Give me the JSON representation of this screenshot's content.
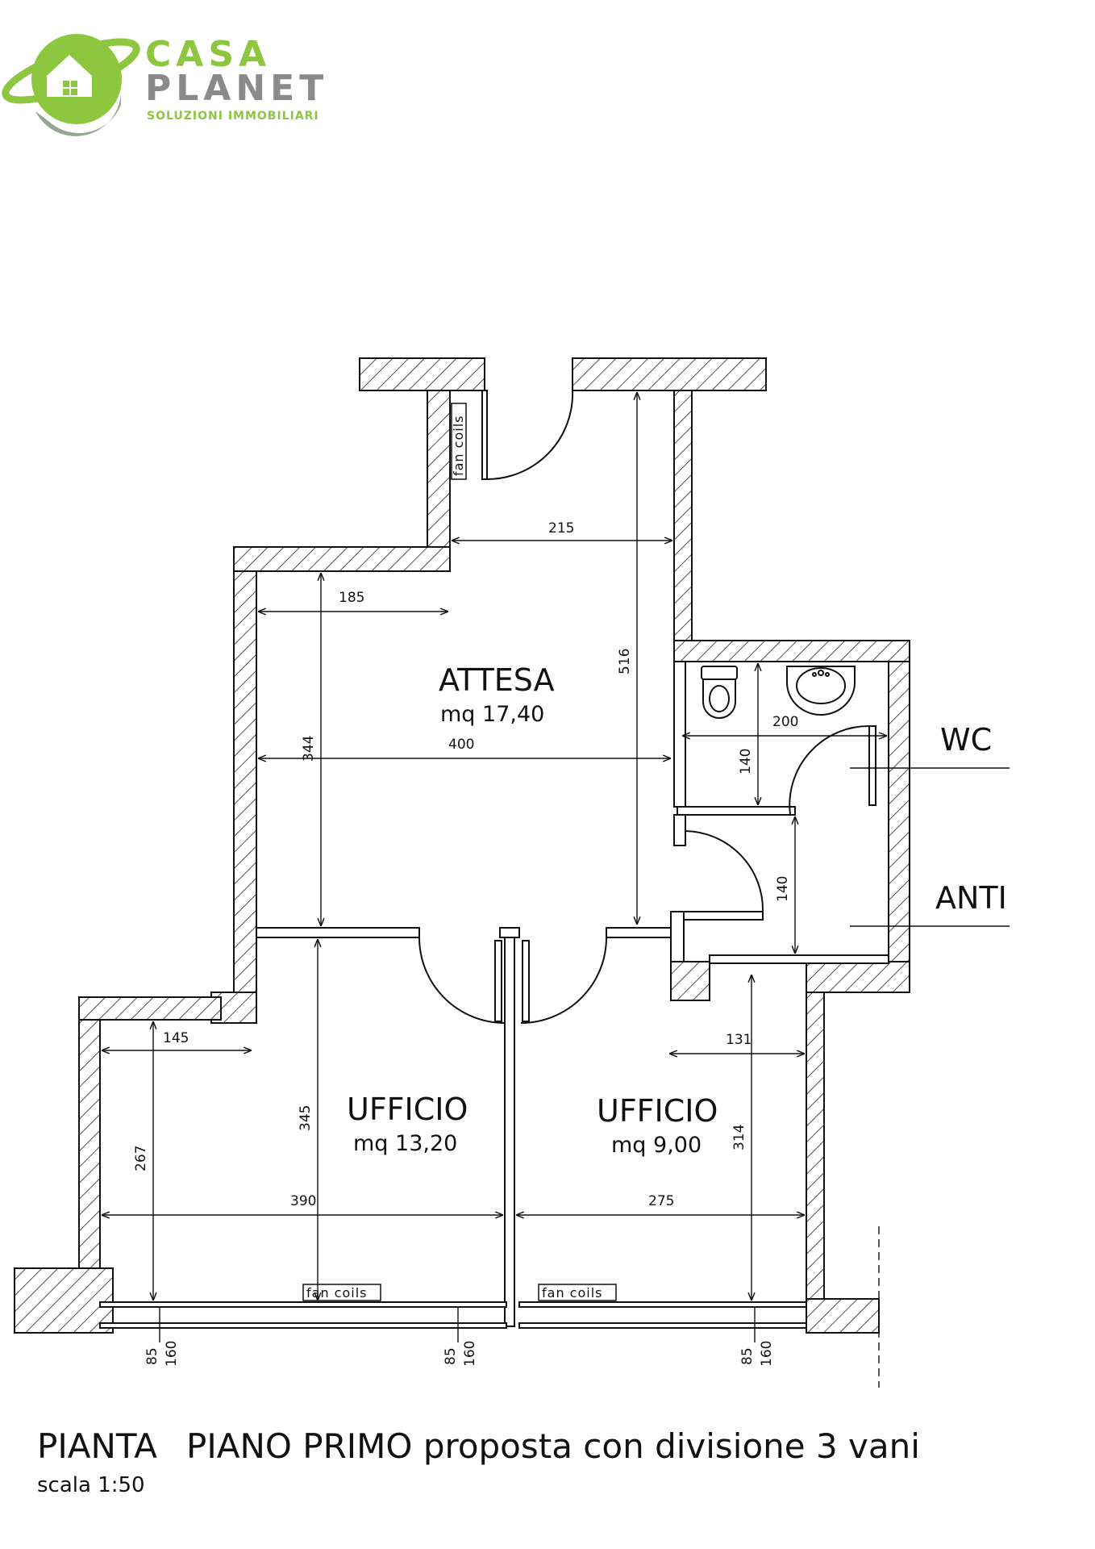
{
  "logo": {
    "line1": "CASA",
    "line2": "PLANET",
    "tagline": "SOLUZIONI IMMOBILIARI",
    "colors": {
      "green": "#8dc63f",
      "grey": "#8a8a8a"
    }
  },
  "rooms": {
    "attesa": {
      "name": "ATTESA",
      "area": "mq 17,40"
    },
    "ufficio_left": {
      "name": "UFFICIO",
      "area": "mq 13,20"
    },
    "ufficio_right": {
      "name": "UFFICIO",
      "area": "mq 9,00"
    }
  },
  "tags": {
    "wc": "WC",
    "anti": "ANTI"
  },
  "fan_coils": {
    "label": "fan coils"
  },
  "dimensions": {
    "d215": "215",
    "d185": "185",
    "d516": "516",
    "d400": "400",
    "d344": "344",
    "d200": "200",
    "d140a": "140",
    "d140b": "140",
    "d145": "145",
    "d131": "131",
    "d345": "345",
    "d267": "267",
    "d314": "314",
    "d390": "390",
    "d275": "275",
    "d85": "85",
    "d160": "160"
  },
  "caption": {
    "pianta": "PIANTA",
    "title": "PIANO PRIMO proposta con divisione 3 vani",
    "scale": "scala 1:50"
  },
  "colors": {
    "line": "#111111",
    "background": "#ffffff"
  }
}
